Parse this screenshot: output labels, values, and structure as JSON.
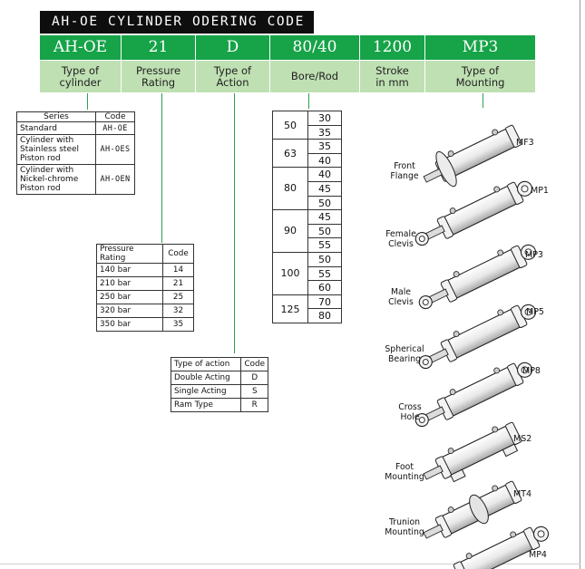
{
  "title": "AH-OE CYLINDER ODERING CODE",
  "codes": [
    {
      "code": "AH-OE",
      "label": "Type of\ncylinder"
    },
    {
      "code": "21",
      "label": "Pressure\nRating"
    },
    {
      "code": "D",
      "label": "Type of\nAction"
    },
    {
      "code": "80/40",
      "label": "Bore/Rod"
    },
    {
      "code": "1200",
      "label": "Stroke\nin mm"
    },
    {
      "code": "MP3",
      "label": "Type of\nMounting"
    }
  ],
  "series_table": {
    "headers": [
      "Series",
      "Code"
    ],
    "rows": [
      {
        "name": "Standard",
        "code": "AH-OE"
      },
      {
        "name": "Cylinder with Stainless steel Piston rod",
        "code": "AH-OES"
      },
      {
        "name": "Cylinder with Nickel-chrome Piston rod",
        "code": "AH-OEN"
      }
    ]
  },
  "pressure_table": {
    "headers": [
      "Pressure Rating",
      "Code"
    ],
    "rows": [
      {
        "name": "140 bar",
        "code": "14"
      },
      {
        "name": "210 bar",
        "code": "21"
      },
      {
        "name": "250 bar",
        "code": "25"
      },
      {
        "name": "320 bar",
        "code": "32"
      },
      {
        "name": "350 bar",
        "code": "35"
      }
    ]
  },
  "action_table": {
    "headers": [
      "Type of action",
      "Code"
    ],
    "rows": [
      {
        "name": "Double Acting",
        "code": "D"
      },
      {
        "name": "Single Acting",
        "code": "S"
      },
      {
        "name": "Ram Type",
        "code": "R"
      }
    ]
  },
  "bore_rod": [
    {
      "bore": "50",
      "rods": [
        "30",
        "35"
      ]
    },
    {
      "bore": "63",
      "rods": [
        "35",
        "40"
      ]
    },
    {
      "bore": "80",
      "rods": [
        "40",
        "45",
        "50"
      ]
    },
    {
      "bore": "90",
      "rods": [
        "45",
        "50",
        "55"
      ]
    },
    {
      "bore": "100",
      "rods": [
        "50",
        "55",
        "60"
      ]
    },
    {
      "bore": "125",
      "rods": [
        "70",
        "80"
      ]
    }
  ],
  "mountings": [
    {
      "code": "MF3",
      "label": "Front\nFlange"
    },
    {
      "code": "MP1",
      "label": "Female\nClevis"
    },
    {
      "code": "MP3",
      "label": "Male\nClevis"
    },
    {
      "code": "MP5",
      "label": "Spherical\nBearing"
    },
    {
      "code": "MP8",
      "label": "Cross\nHole"
    },
    {
      "code": "MS2",
      "label": "Foot\nMounting"
    },
    {
      "code": "MT4",
      "label": "Trunion\nMounting"
    },
    {
      "code": "MP4",
      "label": ""
    }
  ],
  "colors": {
    "green": "#17a348",
    "light_green": "#bfe0b3",
    "title_bg": "#0e0e0e"
  }
}
